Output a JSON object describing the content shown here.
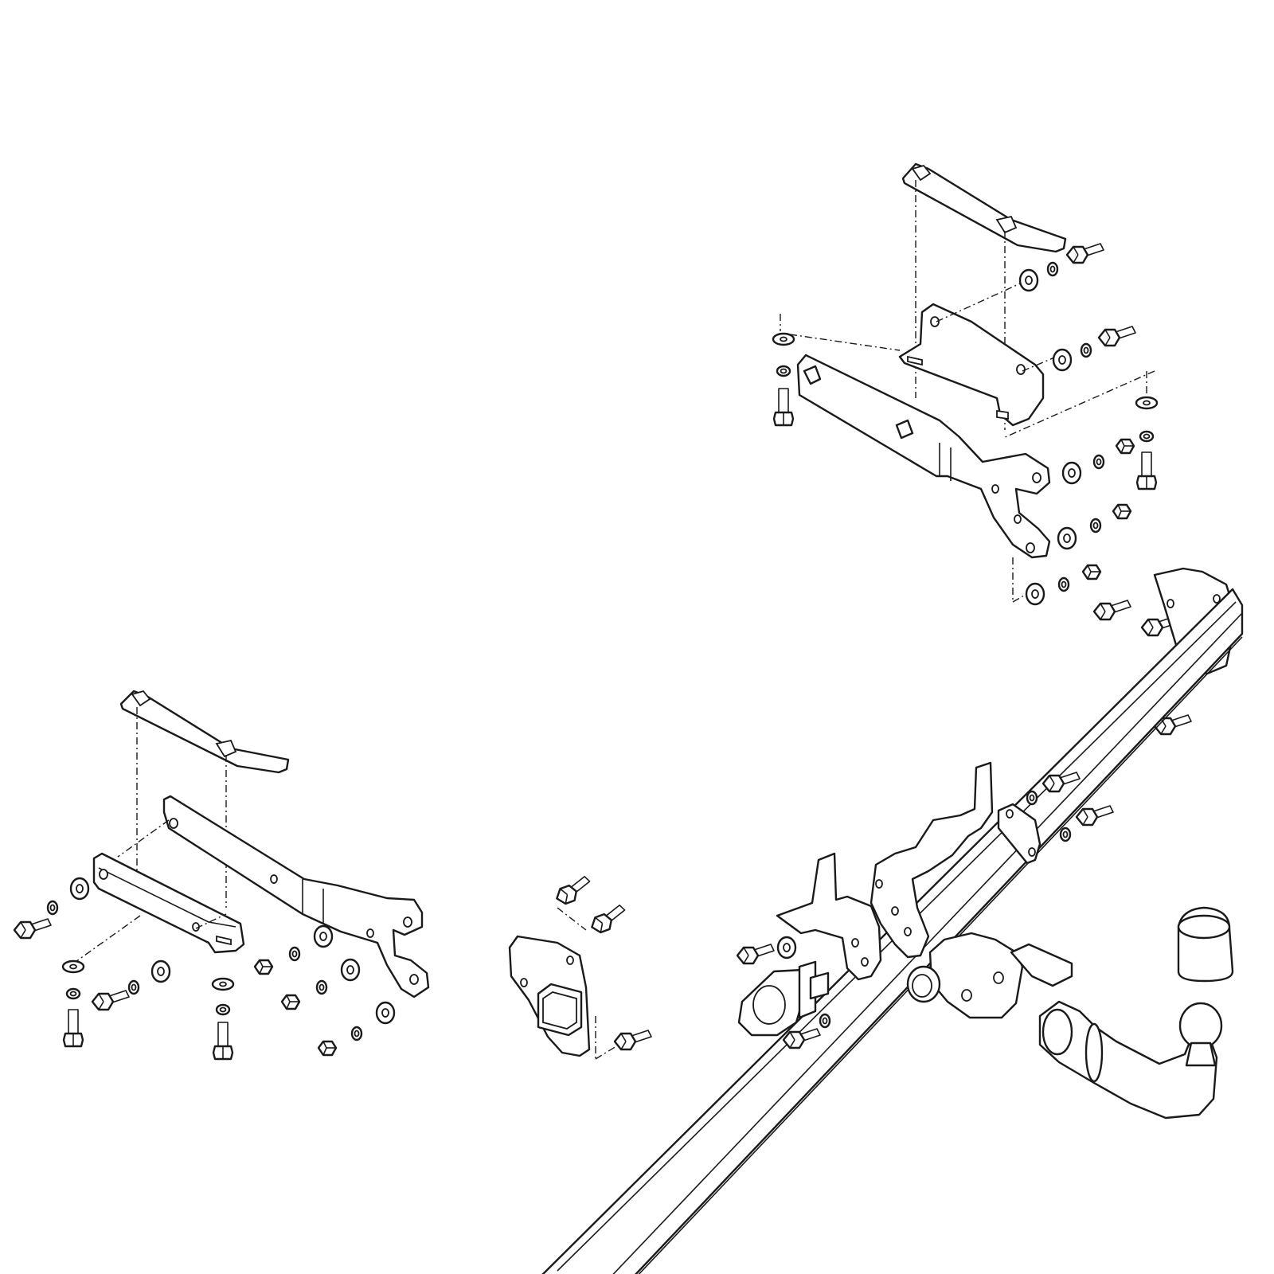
{
  "diagram": {
    "type": "exploded-assembly",
    "subject": "towbar-installation",
    "background_color": "#ffffff",
    "line_color": "#1a1a1a",
    "assemblies": [
      {
        "id": "left-side-bracket-assembly"
      },
      {
        "id": "right-side-bracket-assembly"
      },
      {
        "id": "rear-crossbar-assembly"
      }
    ]
  }
}
